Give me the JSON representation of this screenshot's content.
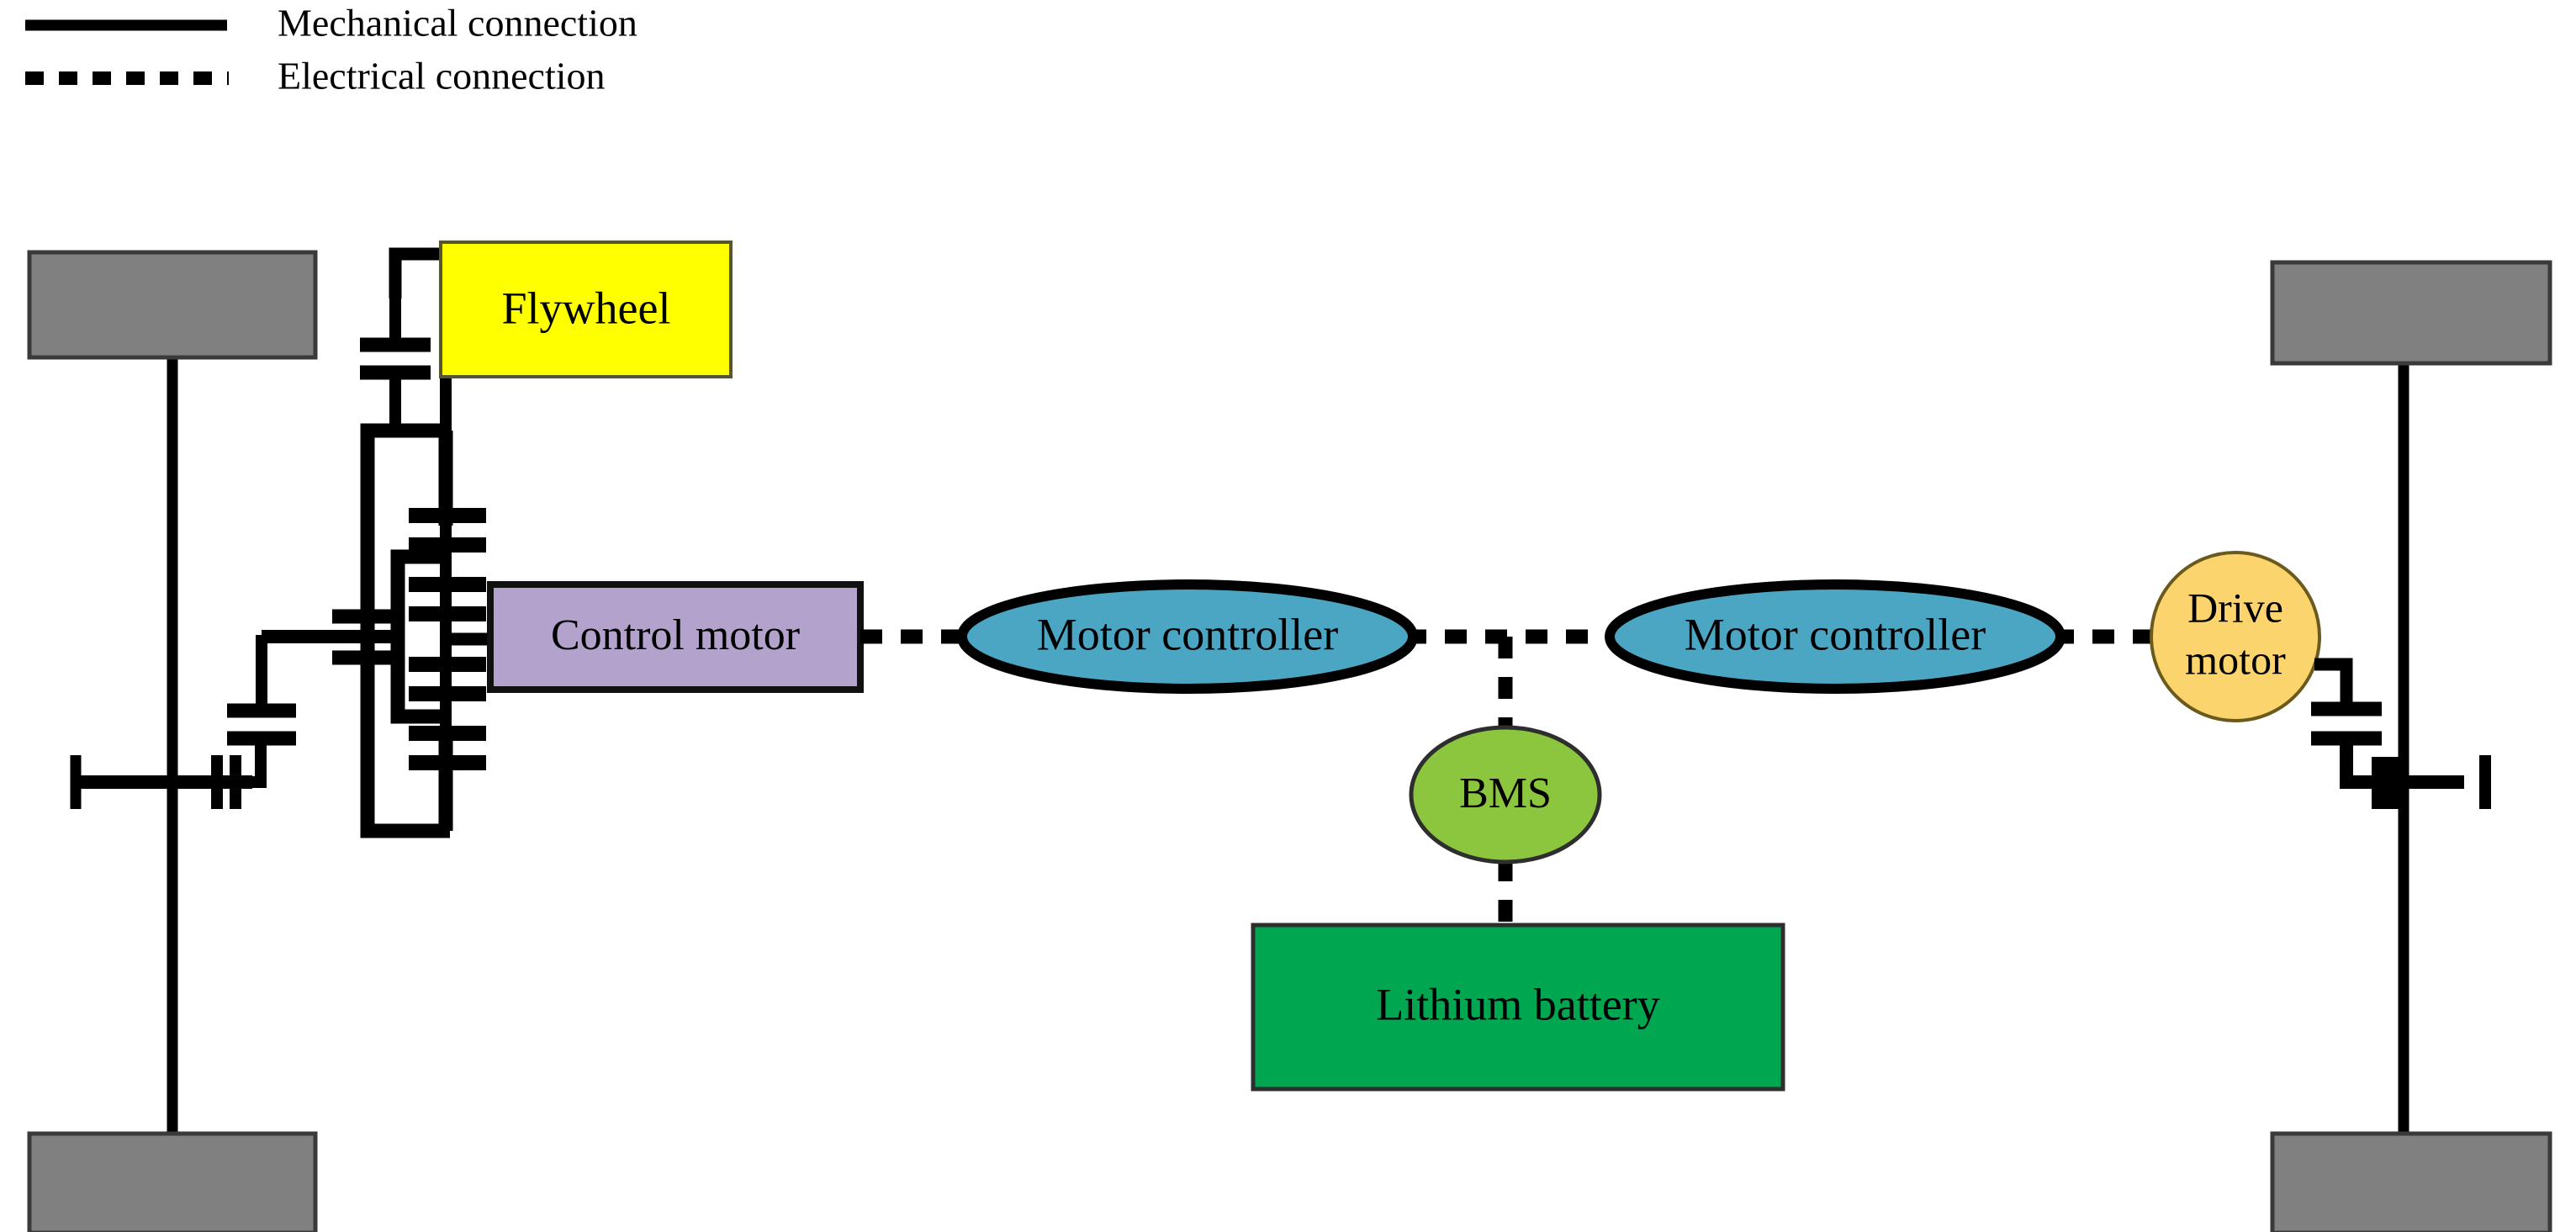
{
  "legend": {
    "items": [
      {
        "label": "Mechanical connection",
        "style": "solid"
      },
      {
        "label": "Electrical connection",
        "style": "dashed"
      }
    ]
  },
  "nodes": {
    "flywheel": {
      "label": "Flywheel",
      "shape": "rect",
      "color": "#FFFF00",
      "text_color": "#000000"
    },
    "control_motor": {
      "label": "Control motor",
      "shape": "rect",
      "color": "#B3A2CC",
      "text_color": "#000000"
    },
    "motor_controller_1": {
      "label": "Motor controller",
      "shape": "ellipse",
      "color": "#4BA6C4",
      "text_color": "#000000"
    },
    "motor_controller_2": {
      "label": "Motor controller",
      "shape": "ellipse",
      "color": "#4BA6C4",
      "text_color": "#000000"
    },
    "bms": {
      "label": "BMS",
      "shape": "ellipse",
      "color": "#8CC63E",
      "text_color": "#000000"
    },
    "lithium_battery": {
      "label": "Lithium battery",
      "shape": "rect",
      "color": "#00A650",
      "text_color": "#000000"
    },
    "drive_motor": {
      "label_line1": "Drive",
      "label_line2": "motor",
      "shape": "circle",
      "color": "#FBD46D",
      "text_color": "#000000"
    },
    "wheel_front_top": {
      "label": "",
      "shape": "rect",
      "color": "#808080"
    },
    "wheel_front_bottom": {
      "label": "",
      "shape": "rect",
      "color": "#808080"
    },
    "wheel_rear_top": {
      "label": "",
      "shape": "rect",
      "color": "#808080"
    },
    "wheel_rear_bottom": {
      "label": "",
      "shape": "rect",
      "color": "#808080"
    }
  },
  "connections": {
    "mechanical": [
      "flywheel-to-planetary-gearset",
      "planetary-gearset-to-control-motor",
      "planetary-gearset-to-front-differential",
      "front-differential-to-front-axle",
      "drive-motor-to-rear-differential",
      "rear-differential-to-rear-axle"
    ],
    "electrical": [
      "control-motor-to-motor-controller-1",
      "motor-controller-1-to-motor-controller-2",
      "bus-to-bms",
      "bms-to-lithium-battery",
      "motor-controller-2-to-drive-motor"
    ]
  },
  "colors": {
    "stroke": "#000000",
    "wheel_fill": "#808080",
    "wheel_stroke": "#3a3a3a",
    "background": "#FFFFFF"
  }
}
